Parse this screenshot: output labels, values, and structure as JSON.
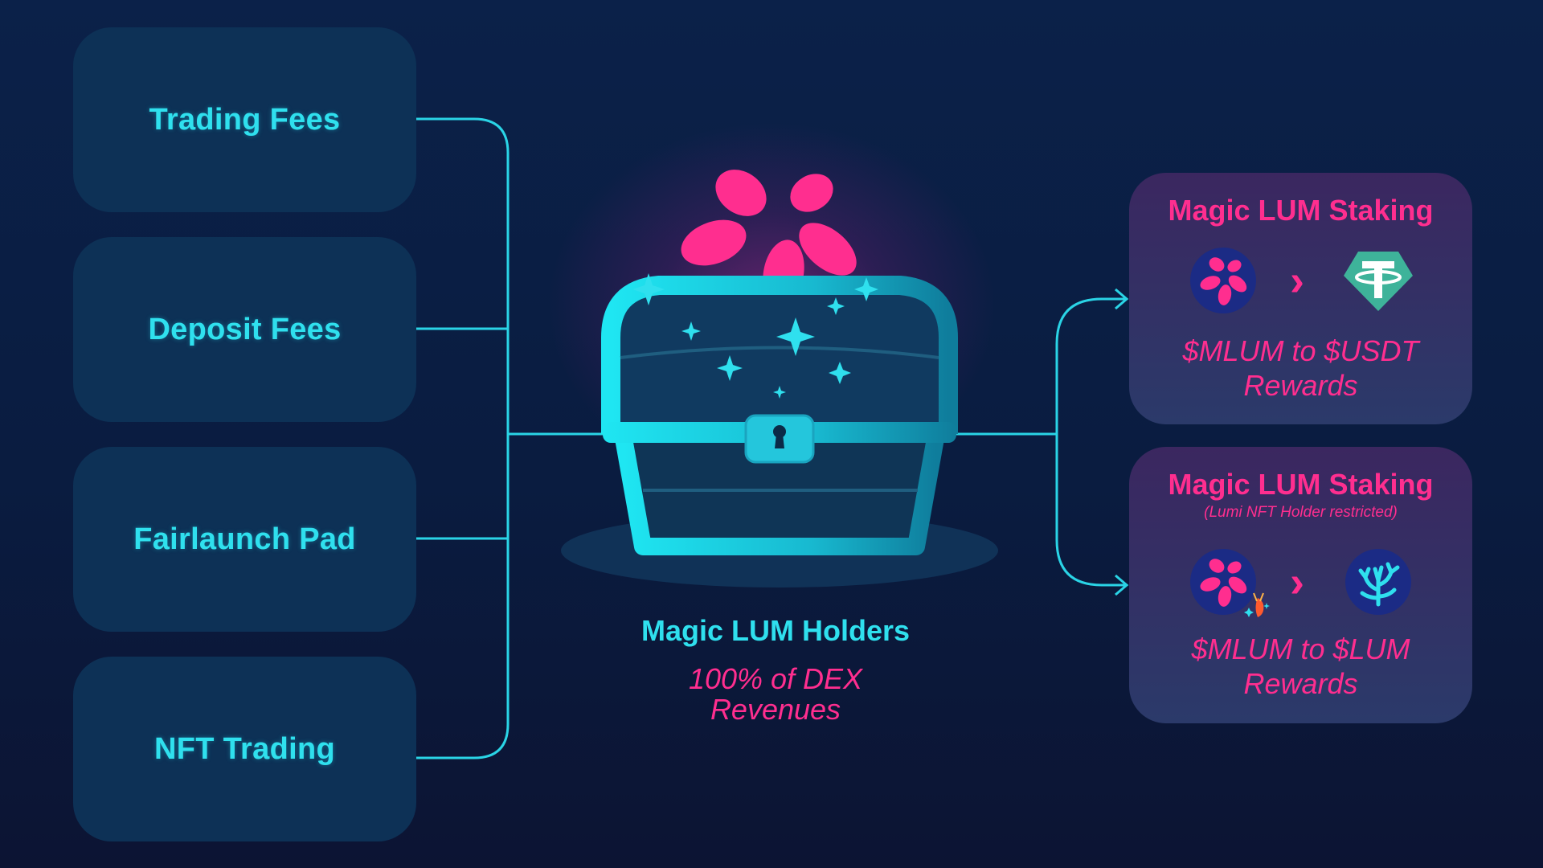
{
  "sources": [
    {
      "label": "Trading Fees"
    },
    {
      "label": "Deposit Fees"
    },
    {
      "label": "Fairlaunch Pad"
    },
    {
      "label": "NFT Trading"
    }
  ],
  "center": {
    "title": "Magic LUM Holders",
    "subtitle_line1": "100% of DEX",
    "subtitle_line2": "Revenues"
  },
  "cards": [
    {
      "title": "Magic LUM Staking",
      "note": "",
      "reward_line1": "$MLUM to $USDT",
      "reward_line2": "Rewards",
      "from_icon": "mlum-flower-icon",
      "to_icon": "usdt-tether-icon"
    },
    {
      "title": "Magic LUM Staking",
      "note": "(Lumi NFT Holder restricted)",
      "reward_line1": "$MLUM to $LUM",
      "reward_line2": "Rewards",
      "from_icon": "mlum-flower-nft-icon",
      "to_icon": "lum-coral-icon"
    }
  ],
  "arrow_glyph": "›",
  "colors": {
    "background": "#0b2149",
    "cyan": "#2fe0ee",
    "pink": "#ff2e8f",
    "box": "#0d3156",
    "usdt_green": "#3eb39a"
  }
}
